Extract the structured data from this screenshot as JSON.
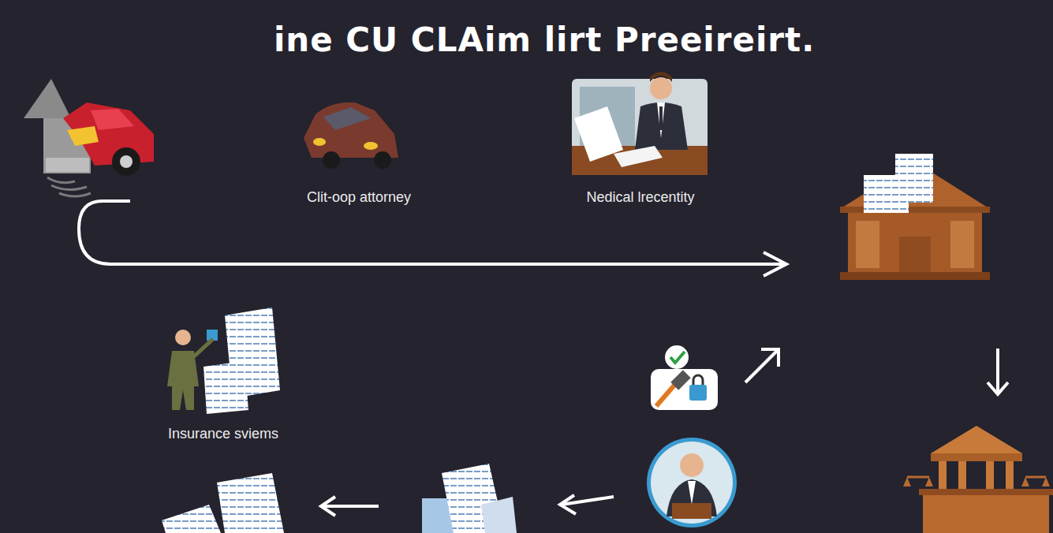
{
  "diagram": {
    "title": "ine CU CLAim lirt Preeireirt.",
    "labels": [
      "Clit-oop attorney",
      "Nedical lrecentity",
      "Insurance sviems"
    ]
  }
}
